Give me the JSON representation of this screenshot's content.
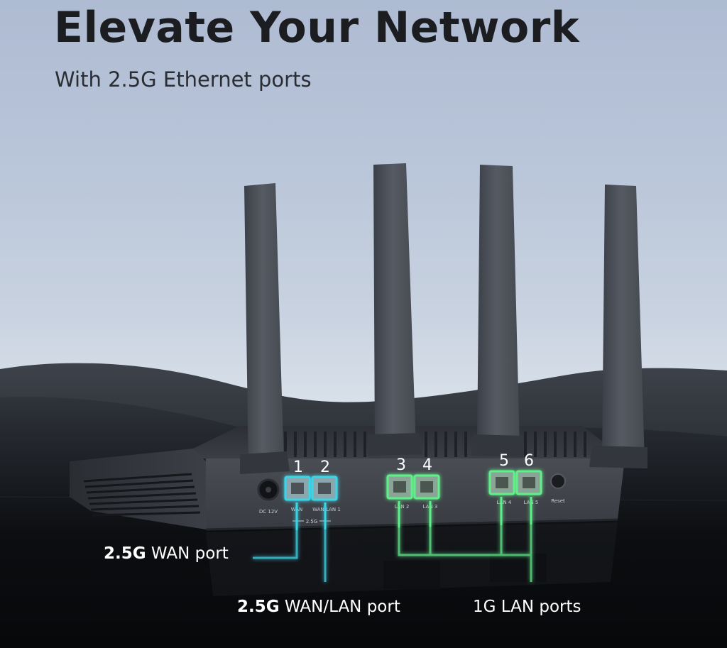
{
  "headline": "Elevate Your Network",
  "subheadline": "With 2.5G Ethernet ports",
  "port_numbers": [
    "1",
    "2",
    "3",
    "4",
    "5",
    "6"
  ],
  "panel_labels": {
    "power": "DC 12V",
    "wan": "WAN",
    "wan_lan1": "WAN/LAN 1",
    "speed_bracket": "2.5G",
    "lan2": "LAN 2",
    "lan3": "LAN 3",
    "lan4": "LAN 4",
    "lan5": "LAN 5",
    "reset": "Reset"
  },
  "callouts": {
    "wan": {
      "strong": "2.5G",
      "rest": " WAN port"
    },
    "wan_lan": {
      "strong": "2.5G",
      "rest": " WAN/LAN port"
    },
    "lan": {
      "text": "1G LAN ports"
    }
  },
  "colors": {
    "cyan_accent": "#37d6e8",
    "green_accent": "#5ef08a",
    "router_body": "#3a3d44",
    "antenna": "#4b4f57",
    "text_dark": "#1b1d21"
  }
}
